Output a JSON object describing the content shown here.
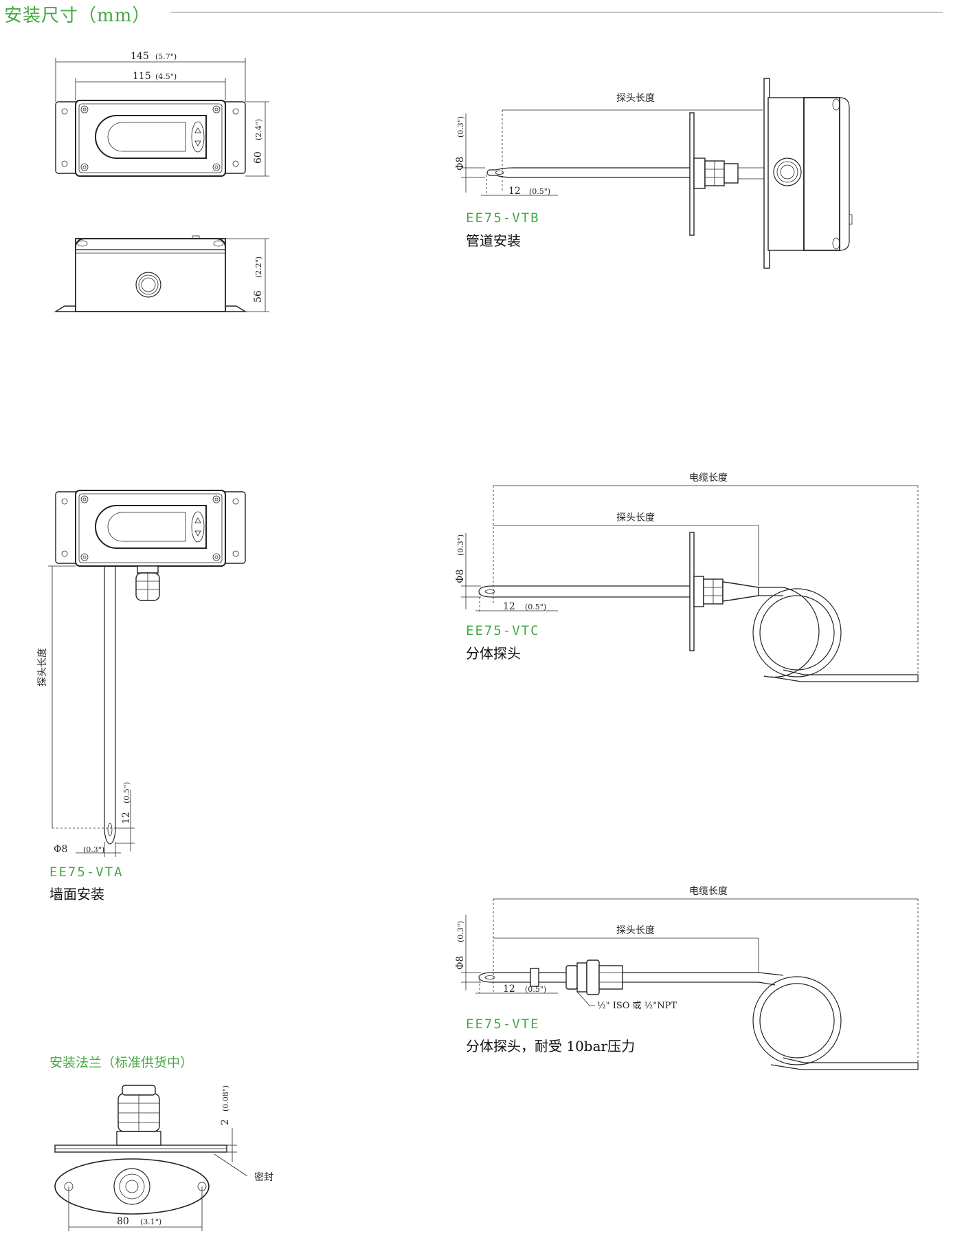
{
  "title": "安装尺寸（mm）",
  "top_front": {
    "dim_overall": "145",
    "dim_overall_in": "(5.7\")",
    "dim_inner": "115",
    "dim_inner_in": "(4.5\")",
    "dim_height": "60",
    "dim_height_in": "(2.4\")"
  },
  "top_side": {
    "dim_height": "56",
    "dim_height_in": "(2.2\")"
  },
  "vtb": {
    "model": "EE75-VTB",
    "desc": "管道安装",
    "probe_length": "探头长度",
    "dia": "Φ8",
    "dia_in": "(0.3\")",
    "tip": "12",
    "tip_in": "(0.5\")"
  },
  "vtc": {
    "model": "EE75-VTC",
    "desc": "分体探头",
    "cable_length": "电缆长度",
    "probe_length": "探头长度",
    "dia": "Φ8",
    "dia_in": "(0.3\")",
    "tip": "12",
    "tip_in": "(0.5\")"
  },
  "vta": {
    "model": "EE75-VTA",
    "desc": "墙面安装",
    "probe_length": "探头长度",
    "dia": "Φ8",
    "dia_in": "(0.3\")",
    "tip": "12",
    "tip_in": "(0.5\")"
  },
  "vte": {
    "model": "EE75-VTE",
    "desc": "分体探头，耐受 10bar压力",
    "cable_length": "电缆长度",
    "probe_length": "探头长度",
    "dia": "Φ8",
    "dia_in": "(0.3\")",
    "tip": "12",
    "tip_in": "(0.5\")",
    "thread": "½\" ISO 或 ½\"NPT"
  },
  "flange": {
    "heading": "安装法兰（标准供货中）",
    "seal": "密封",
    "dim_thick": "2",
    "dim_thick_in": "(0.08\")",
    "dim_width": "80",
    "dim_width_in": "(3.1\")"
  }
}
